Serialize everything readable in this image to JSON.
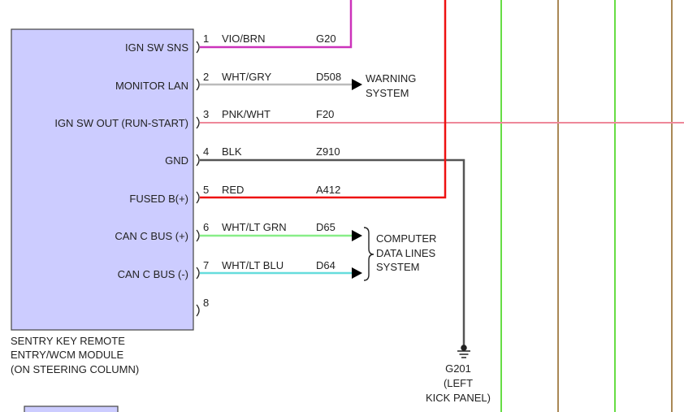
{
  "module": {
    "pins": [
      {
        "label": "IGN SW SNS",
        "number": "1"
      },
      {
        "label": "MONITOR LAN",
        "number": "2"
      },
      {
        "label": "IGN SW OUT (RUN-START)",
        "number": "3"
      },
      {
        "label": "GND",
        "number": "4"
      },
      {
        "label": "FUSED B(+)",
        "number": "5"
      },
      {
        "label": "CAN C BUS (+)",
        "number": "6"
      },
      {
        "label": "CAN C BUS (-)",
        "number": "7"
      },
      {
        "label": "",
        "number": "8"
      }
    ],
    "name_lines": [
      "SENTRY KEY REMOTE",
      "ENTRY/WCM MODULE",
      "(ON STEERING COLUMN)"
    ]
  },
  "wires": [
    {
      "color_label": "VIO/BRN",
      "circuit": "G20",
      "color": "#cc33bb"
    },
    {
      "color_label": "WHT/GRY",
      "circuit": "D508",
      "color": "#bbbbbb"
    },
    {
      "color_label": "PNK/WHT",
      "circuit": "F20",
      "color": "#ee8899"
    },
    {
      "color_label": "BLK",
      "circuit": "Z910",
      "color": "#555555"
    },
    {
      "color_label": "RED",
      "circuit": "A412",
      "color": "#ee1111"
    },
    {
      "color_label": "WHT/LT GRN",
      "circuit": "D65",
      "color": "#88ee88"
    },
    {
      "color_label": "WHT/LT BLU",
      "circuit": "D64",
      "color": "#66dddd"
    }
  ],
  "warning_system": {
    "lines": [
      "WARNING",
      "SYSTEM"
    ]
  },
  "data_lines_system": {
    "lines": [
      "COMPUTER",
      "DATA LINES",
      "SYSTEM"
    ]
  },
  "ground": {
    "lines": [
      "G201",
      "(LEFT",
      "KICK PANEL)"
    ]
  },
  "colors": {
    "module_fill": "#ccccff",
    "module_stroke": "#444444",
    "vertical_green": "#66dd44",
    "vertical_tan": "#aa8855"
  }
}
